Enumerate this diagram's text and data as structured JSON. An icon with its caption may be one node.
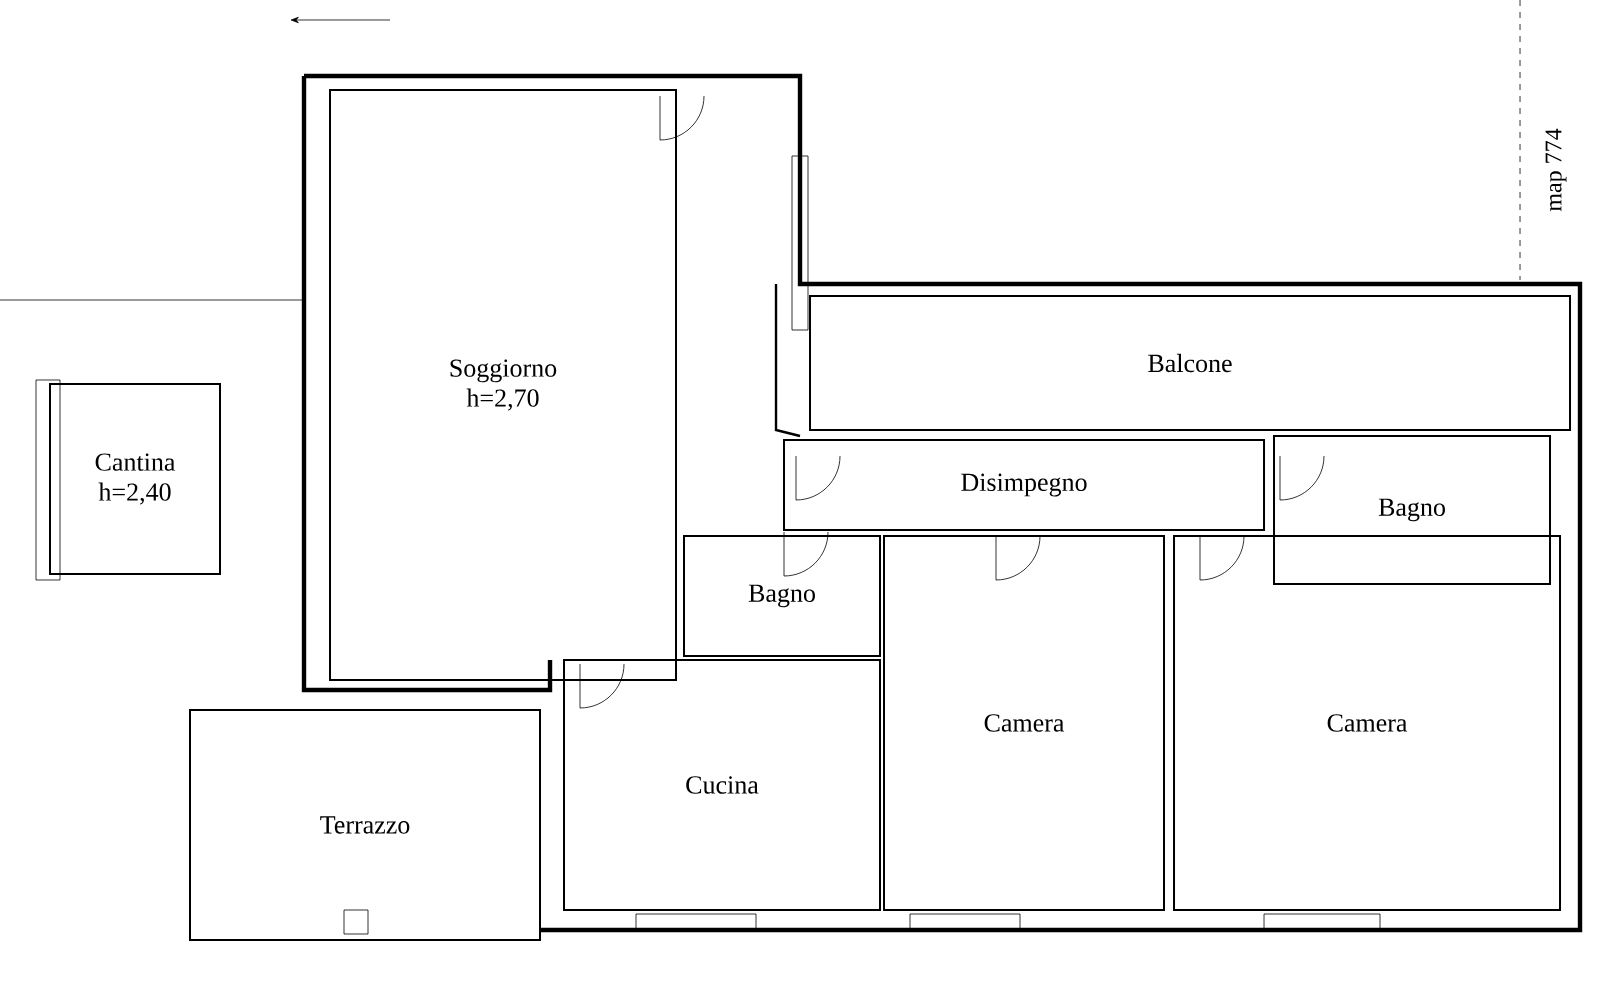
{
  "diagram": {
    "nodes": [
      {
        "text": [
          "Soggiorno h=2,70"
        ]
      },
      {
        "text": [
          "Balcone"
        ]
      },
      {
        "text": [
          "Disimpegno"
        ]
      },
      {
        "text": [
          "Bagno"
        ]
      },
      {
        "text": [
          "Cantina h=2,40"
        ]
      },
      {
        "text": [
          "Bagno"
        ]
      },
      {
        "text": [
          "Camera"
        ]
      },
      {
        "text": [
          "Camera"
        ]
      },
      {
        "text": [
          "Cucina"
        ]
      },
      {
        "text": [
          "Terrazzo"
        ]
      }
    ],
    "labels": [
      "map 774"
    ]
  }
}
